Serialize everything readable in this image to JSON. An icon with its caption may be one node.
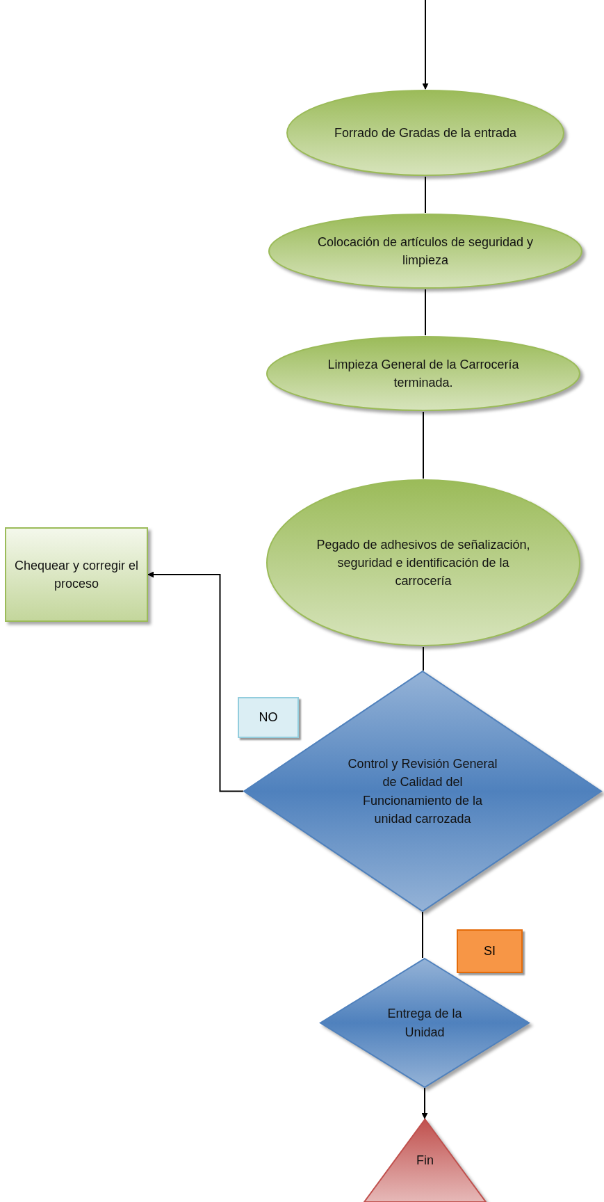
{
  "diagram": {
    "nodes": [
      {
        "text": [
          "Forrado de Gradas de la entrada"
        ]
      },
      {
        "text": [
          "Colocación de artículos de seguridad y limpieza"
        ]
      },
      {
        "text": [
          "Limpieza General de la Carrocería terminada."
        ]
      },
      {
        "text": [
          "Pegado de adhesivos de señalización, seguridad e identificación de la carrocería"
        ]
      },
      {
        "text": [
          "Control y Revisión General de Calidad del Funcionamiento de la unidad carrozada"
        ]
      },
      {
        "text": [
          "Chequear y corregir el proceso"
        ]
      },
      {
        "text": [
          "Entrega de la Unidad"
        ]
      },
      {
        "text": [
          "Fin"
        ]
      }
    ],
    "edges": [
      {
        "from": null,
        "to": 0,
        "arrow": "to"
      },
      {
        "from": 0,
        "to": 1,
        "arrow": "none"
      },
      {
        "from": 1,
        "to": 2,
        "arrow": "none"
      },
      {
        "from": 2,
        "to": 3,
        "arrow": "none"
      },
      {
        "from": 3,
        "to": 4,
        "arrow": "none"
      },
      {
        "from": 4,
        "to": 5,
        "arrow": "to",
        "label": "NO"
      },
      {
        "from": 4,
        "to": 6,
        "arrow": "none",
        "label": "SI"
      },
      {
        "from": 6,
        "to": 7,
        "arrow": "to"
      }
    ]
  }
}
